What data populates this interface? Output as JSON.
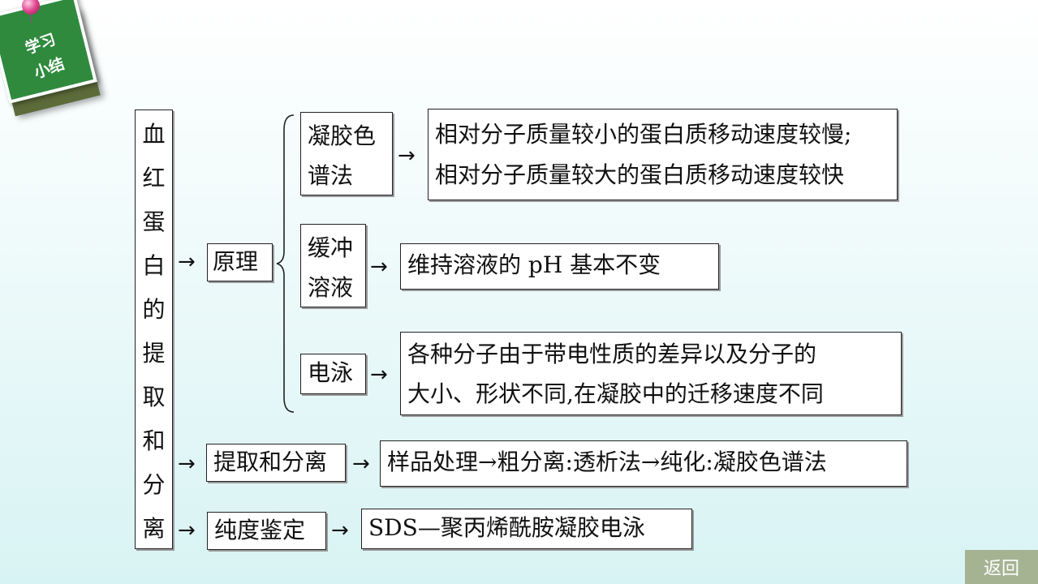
{
  "badge": {
    "line1": "学习",
    "line2": "小结"
  },
  "root": {
    "chars": [
      "血",
      "红",
      "蛋",
      "白",
      "的",
      "提",
      "取",
      "和",
      "分",
      "离"
    ]
  },
  "branches": {
    "principle": "原理",
    "extraction": "提取和分离",
    "purity": "纯度鉴定"
  },
  "principles": {
    "gel": {
      "label_line1": "凝胶色",
      "label_line2": "谱法",
      "desc_line1": "相对分子质量较小的蛋白质移动速度较慢;",
      "desc_line2": "相对分子质量较大的蛋白质移动速度较快"
    },
    "buffer": {
      "label_line1": "缓冲",
      "label_line2": "溶液",
      "desc": "维持溶液的 pH 基本不变"
    },
    "electrophoresis": {
      "label": "电泳",
      "desc_line1": "各种分子由于带电性质的差异以及分子的",
      "desc_line2": "大小、形状不同,在凝胶中的迁移速度不同"
    }
  },
  "extraction_desc": "样品处理→粗分离:透析法→纯化:凝胶色谱法",
  "purity_desc": "SDS—聚丙烯酰胺凝胶电泳",
  "arrow_glyph": "→",
  "nav": {
    "back": "返回"
  }
}
